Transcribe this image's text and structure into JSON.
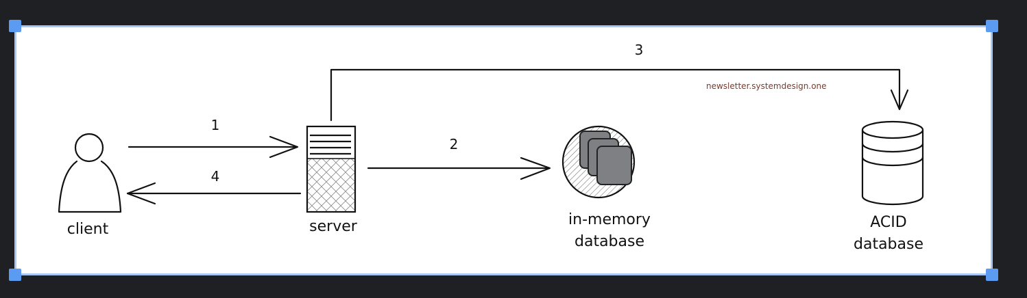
{
  "diagram": {
    "nodes": {
      "client": "client",
      "server": "server",
      "in_memory_line1": "in-memory",
      "in_memory_line2": "database",
      "acid_line1": "ACID",
      "acid_line2": "database"
    },
    "edges": {
      "step1": "1",
      "step2": "2",
      "step3": "3",
      "step4": "4"
    },
    "watermark": "newsletter.systemdesign.one"
  },
  "colors": {
    "background": "#1f2023",
    "canvas": "#ffffff",
    "selection_border": "#a9c7f5",
    "selection_handle": "#5b9bf2",
    "stroke": "#111111",
    "watermark": "#7a3b2e",
    "memory_cards": "#7f8084"
  }
}
